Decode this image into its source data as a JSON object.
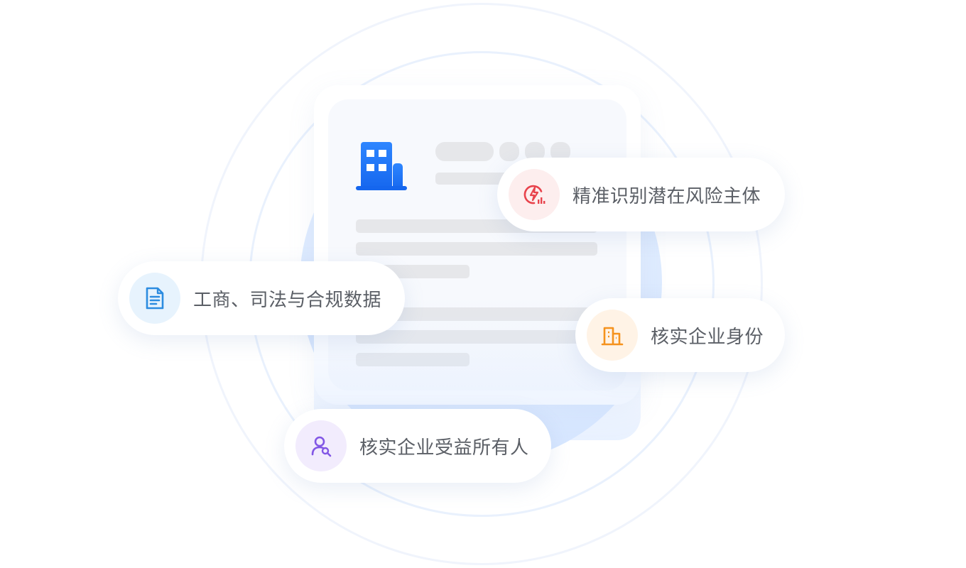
{
  "features": {
    "risk": {
      "label": "精准识别潜在风险主体",
      "icon": "risk-lightning-icon",
      "color": "#e8434c",
      "bg": "#fdeeee"
    },
    "compliance": {
      "label": "工商、司法与合规数据",
      "icon": "document-icon",
      "color": "#2c8ce0",
      "bg": "#e7f3fd"
    },
    "identity": {
      "label": "核实企业身份",
      "icon": "building-icon",
      "color": "#f5921d",
      "bg": "#fff3e6"
    },
    "beneficiary": {
      "label": "核实企业受益所有人",
      "icon": "user-search-icon",
      "color": "#8257e5",
      "bg": "#f2ecfd"
    }
  },
  "card": {
    "icon": "company-building-icon",
    "accent": "#1a72f5"
  }
}
